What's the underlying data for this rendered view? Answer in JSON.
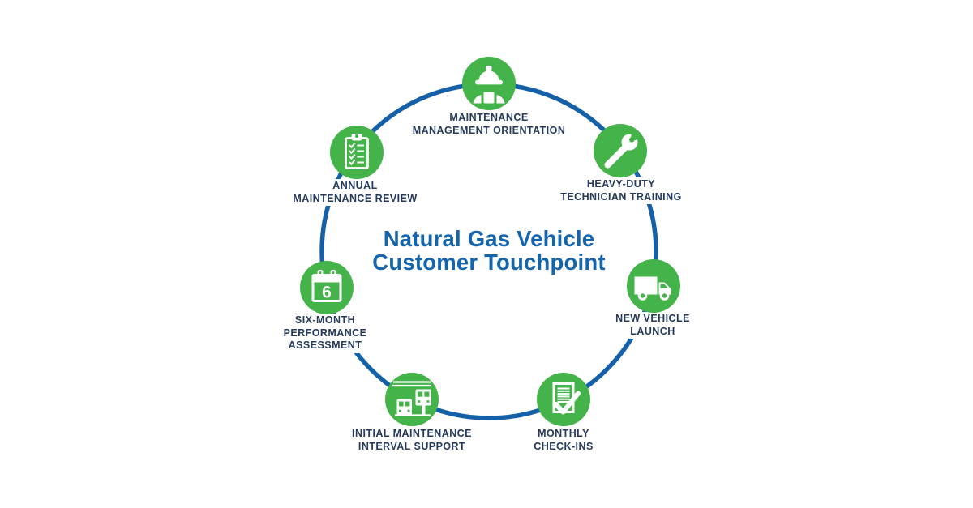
{
  "title": {
    "line1": "Natural Gas Vehicle",
    "line2": "Customer Touchpoint"
  },
  "colors": {
    "circle_green": "#44B349",
    "ring_blue": "#1561A9",
    "title_blue": "#1565AE",
    "label_navy": "#253A5C",
    "icon_white": "#FFFFFF"
  },
  "touchpoints": [
    {
      "id": "maintenance-management-orientation",
      "icon": "hard-hat-worker-icon",
      "lines": [
        "MAINTENANCE",
        "MANAGEMENT ORIENTATION"
      ]
    },
    {
      "id": "heavy-duty-technician-training",
      "icon": "wrench-icon",
      "lines": [
        "HEAVY-DUTY",
        "TECHNICIAN TRAINING"
      ]
    },
    {
      "id": "new-vehicle-launch",
      "icon": "box-truck-icon",
      "lines": [
        "NEW VEHICLE",
        "LAUNCH"
      ]
    },
    {
      "id": "monthly-check-ins",
      "icon": "document-checkmark-icon",
      "lines": [
        "MONTHLY",
        "CHECK-INS"
      ]
    },
    {
      "id": "initial-maintenance-interval-support",
      "icon": "vehicle-service-bay-icon",
      "lines": [
        "INITIAL MAINTENANCE",
        "INTERVAL SUPPORT"
      ]
    },
    {
      "id": "six-month-performance-assessment",
      "icon": "calendar-icon",
      "badge": "6",
      "lines": [
        "SIX-MONTH",
        "PERFORMANCE",
        "ASSESSMENT"
      ]
    },
    {
      "id": "annual-maintenance-review",
      "icon": "clipboard-checklist-icon",
      "lines": [
        "ANNUAL",
        "MAINTENANCE REVIEW"
      ]
    }
  ]
}
